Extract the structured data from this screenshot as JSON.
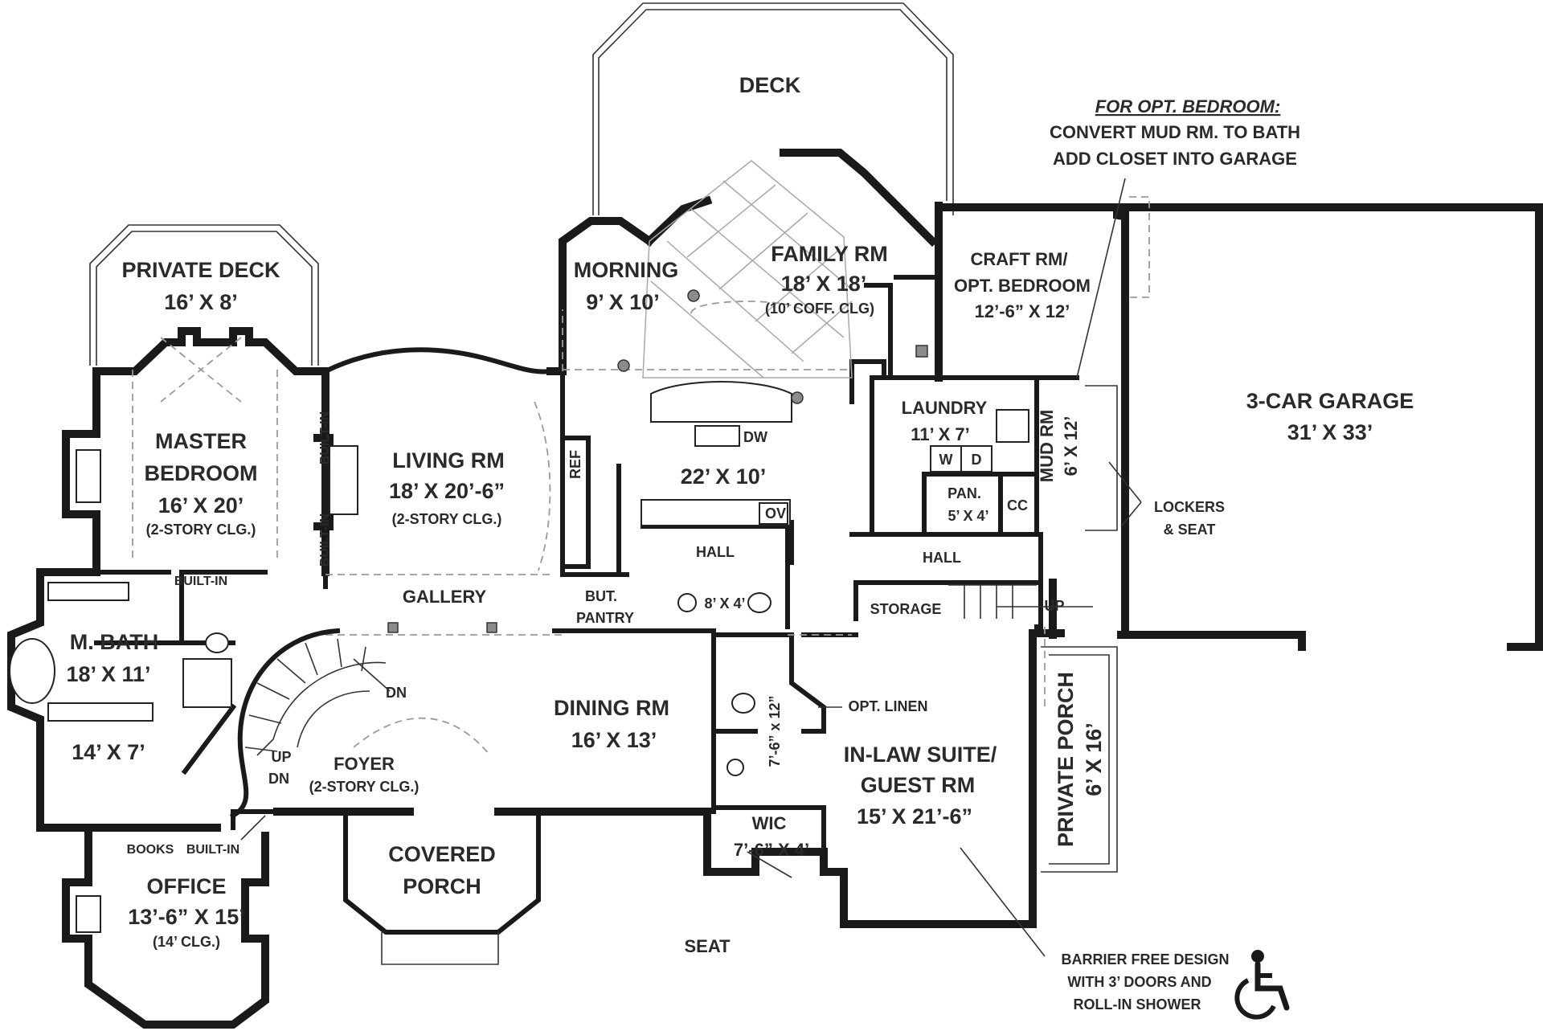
{
  "plan": {
    "deck": "DECK",
    "opt_note": {
      "line1": "FOR OPT. BEDROOM:",
      "line2": "CONVERT MUD RM. TO BATH",
      "line3": "ADD CLOSET INTO GARAGE"
    },
    "private_deck": {
      "name": "PRIVATE DECK",
      "size": "16’ X 8’"
    },
    "morning": {
      "name": "MORNING",
      "size": "9’ X 10’"
    },
    "family": {
      "name": "FAMILY RM",
      "size": "18’ X 18’",
      "note": "(10’ COFF. CLG)"
    },
    "craft": {
      "line1": "CRAFT RM/",
      "line2": "OPT. BEDROOM",
      "size": "12’-6” X 12’"
    },
    "garage": {
      "name": "3-CAR GARAGE",
      "size": "31’ X 33’"
    },
    "master": {
      "line1": "MASTER",
      "line2": "BEDROOM",
      "size": "16’ X 20’",
      "note": "(2-STORY CLG.)"
    },
    "built_in": "BUILT-IN",
    "living": {
      "name": "LIVING RM",
      "size": "18’ X 20’-6”",
      "note": "(2-STORY CLG.)"
    },
    "kitchen": {
      "dw": "DW",
      "ref": "REF",
      "ov": "OV",
      "size": "22’ X 10’"
    },
    "laundry": {
      "name": "LAUNDRY",
      "size": "11’ X 7’",
      "w": "W",
      "d": "D"
    },
    "pantry": {
      "name": "PAN.",
      "size": "5’ X 4’"
    },
    "cc": "CC",
    "mudrm": {
      "name": "MUD RM",
      "size": "6’ X 12’"
    },
    "lockers": {
      "line1": "LOCKERS",
      "line2": "& SEAT"
    },
    "hall": "HALL",
    "gallery": "GALLERY",
    "but_pantry": {
      "line1": "BUT.",
      "line2": "PANTRY"
    },
    "powder": "8’ X 4’",
    "storage": "STORAGE",
    "up": "UP",
    "dn": "DN",
    "mbath": {
      "name": "M. BATH",
      "size": "18’ X 11’"
    },
    "closet_master": "14’ X 7’",
    "foyer": {
      "name": "FOYER",
      "note": "(2-STORY CLG.)"
    },
    "dining": {
      "name": "DINING RM",
      "size": "16’ X 13’"
    },
    "opt_linen": "OPT. LINEN",
    "suite_bath": "7’-6” x 12”",
    "inlaw": {
      "line1": "IN-LAW SUITE/",
      "line2": "GUEST RM",
      "size": "15’ X 21’-6”"
    },
    "private_porch": {
      "name": "PRIVATE PORCH",
      "size": "6’ X 16’"
    },
    "wic": {
      "name": "WIC",
      "size": "7’-6” X 4’"
    },
    "seat": "SEAT",
    "books": "BOOKS",
    "office": {
      "name": "OFFICE",
      "size": "13’-6” X 15’",
      "note": "(14’ CLG.)"
    },
    "covered_porch": {
      "line1": "COVERED",
      "line2": "PORCH"
    },
    "barrier": {
      "line1": "BARRIER FREE DESIGN",
      "line2": "WITH 3’ DOORS AND",
      "line3": "ROLL-IN SHOWER"
    },
    "accessibility_icon": "wheelchair-icon"
  }
}
